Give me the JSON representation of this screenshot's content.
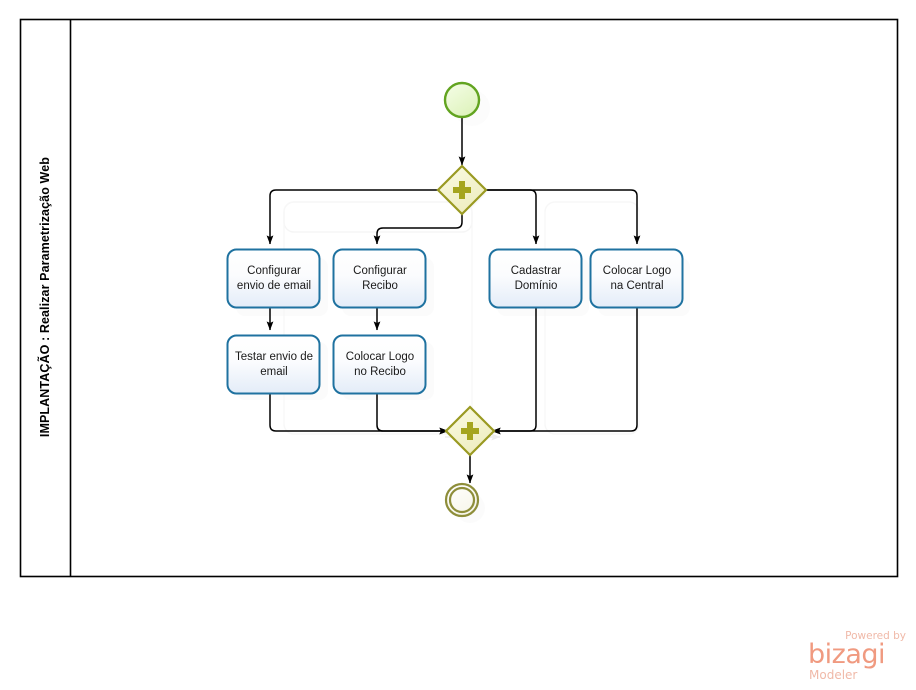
{
  "diagram": {
    "type": "bpmn-process",
    "pool": {
      "lane_label": "IMPLANTAÇÃO : Realizar Parametrização Web"
    },
    "colors": {
      "task_border": "#1f72a0",
      "task_fill_top": "#ffffff",
      "task_fill_bottom": "#e7eef9",
      "gateway_border": "#9a9a22",
      "gateway_fill": "#f2f0c4",
      "gateway_symbol": "#a5a51f",
      "start_border": "#62a420",
      "start_fill": "#eaf7cf",
      "end_border": "#8e8e3a",
      "end_fill": "#fbfbf0",
      "connector": "#000000",
      "pool_border": "#000000",
      "brand": "#f09a80"
    },
    "events": [
      {
        "id": "start",
        "name": "start-event",
        "shape": "circle-thin",
        "label": ""
      },
      {
        "id": "end",
        "name": "end-event",
        "shape": "circle-thick-double",
        "label": ""
      }
    ],
    "gateways": [
      {
        "id": "gw-split",
        "name": "parallel-gateway-split",
        "symbol": "+",
        "label": ""
      },
      {
        "id": "gw-join",
        "name": "parallel-gateway-join",
        "symbol": "+",
        "label": ""
      }
    ],
    "tasks": [
      {
        "id": "t1",
        "label": "Configurar\nenvio de email",
        "line1": "Configurar",
        "line2": "envio de email"
      },
      {
        "id": "t2",
        "label": "Configurar\nRecibo",
        "line1": "Configurar",
        "line2": "Recibo"
      },
      {
        "id": "t3",
        "label": "Cadastrar\nDomínio",
        "line1": "Cadastrar",
        "line2": "Domínio"
      },
      {
        "id": "t4",
        "label": "Colocar Logo\nna Central",
        "line1": "Colocar Logo",
        "line2": "na Central"
      },
      {
        "id": "t5",
        "label": "Testar envio de\nemail",
        "line1": "Testar envio de",
        "line2": "email"
      },
      {
        "id": "t6",
        "label": "Colocar Logo\nno Recibo",
        "line1": "Colocar Logo",
        "line2": "no Recibo"
      }
    ],
    "flows": [
      {
        "from": "start",
        "to": "gw-split"
      },
      {
        "from": "gw-split",
        "to": "t1"
      },
      {
        "from": "gw-split",
        "to": "t2"
      },
      {
        "from": "gw-split",
        "to": "t3"
      },
      {
        "from": "gw-split",
        "to": "t4"
      },
      {
        "from": "t1",
        "to": "t5"
      },
      {
        "from": "t2",
        "to": "t6"
      },
      {
        "from": "t5",
        "to": "gw-join"
      },
      {
        "from": "t6",
        "to": "gw-join"
      },
      {
        "from": "t3",
        "to": "gw-join"
      },
      {
        "from": "t4",
        "to": "gw-join"
      },
      {
        "from": "gw-join",
        "to": "end"
      }
    ]
  },
  "branding": {
    "powered_by": "Powered by",
    "name": "bizagi",
    "product": "Modeler"
  }
}
